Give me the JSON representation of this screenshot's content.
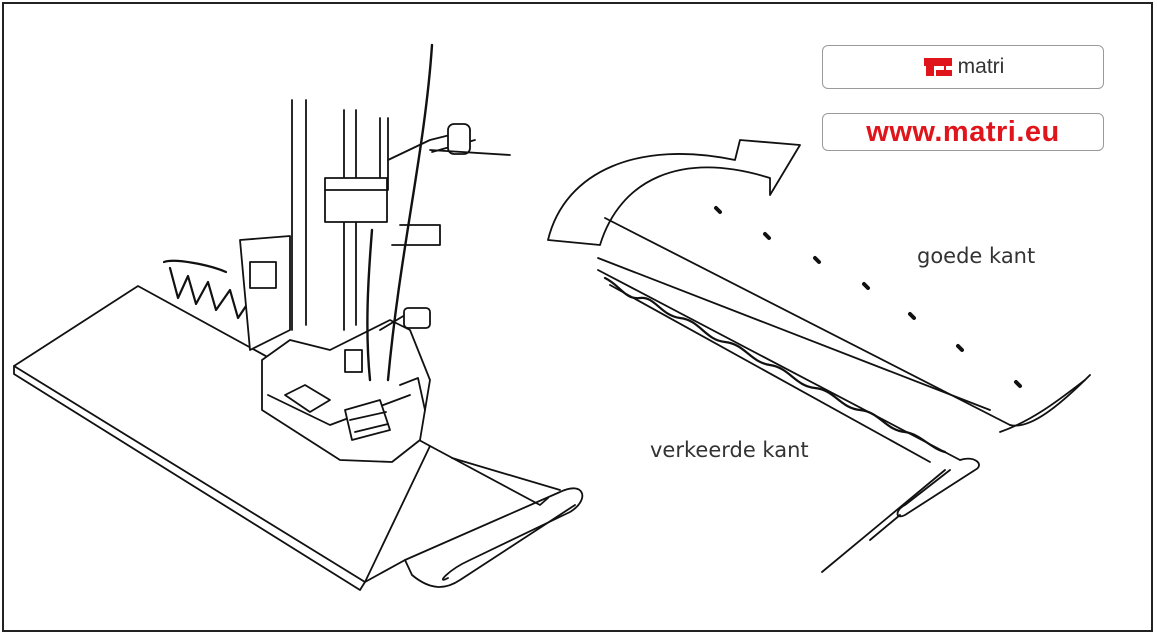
{
  "logo": {
    "brand_text": "matri",
    "icon": "sewing-machine-icon",
    "url": "www.matri.eu",
    "brand_color": "#e0141b"
  },
  "labels": {
    "right_side": "goede kant",
    "wrong_side": "verkeerde kant"
  }
}
